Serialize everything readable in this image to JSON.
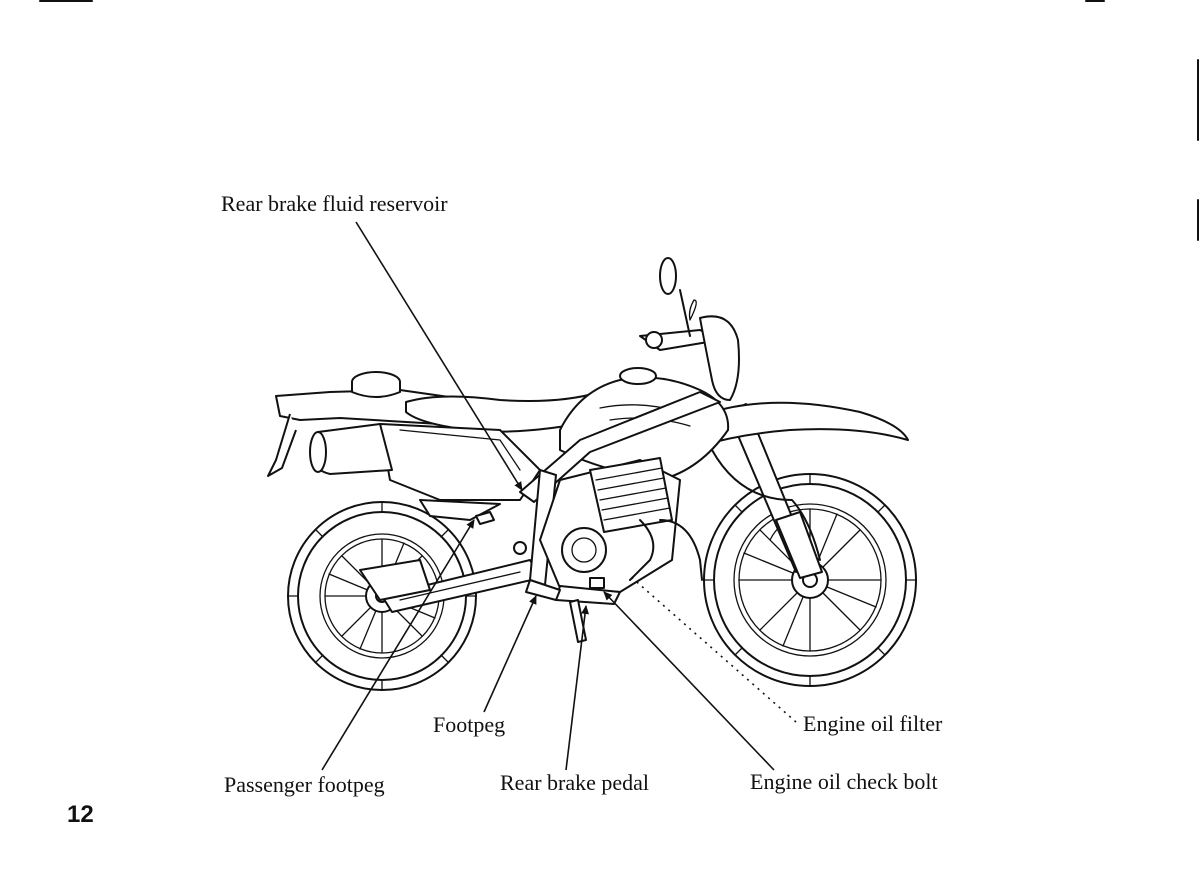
{
  "page": {
    "number": "12"
  },
  "diagram": {
    "labels": {
      "rear_brake_fluid_reservoir": "Rear brake fluid reservoir",
      "footpeg": "Footpeg",
      "passenger_footpeg": "Passenger footpeg",
      "rear_brake_pedal": "Rear brake pedal",
      "engine_oil_filter": "Engine oil filter",
      "engine_oil_check_bolt": "Engine oil check bolt"
    }
  }
}
